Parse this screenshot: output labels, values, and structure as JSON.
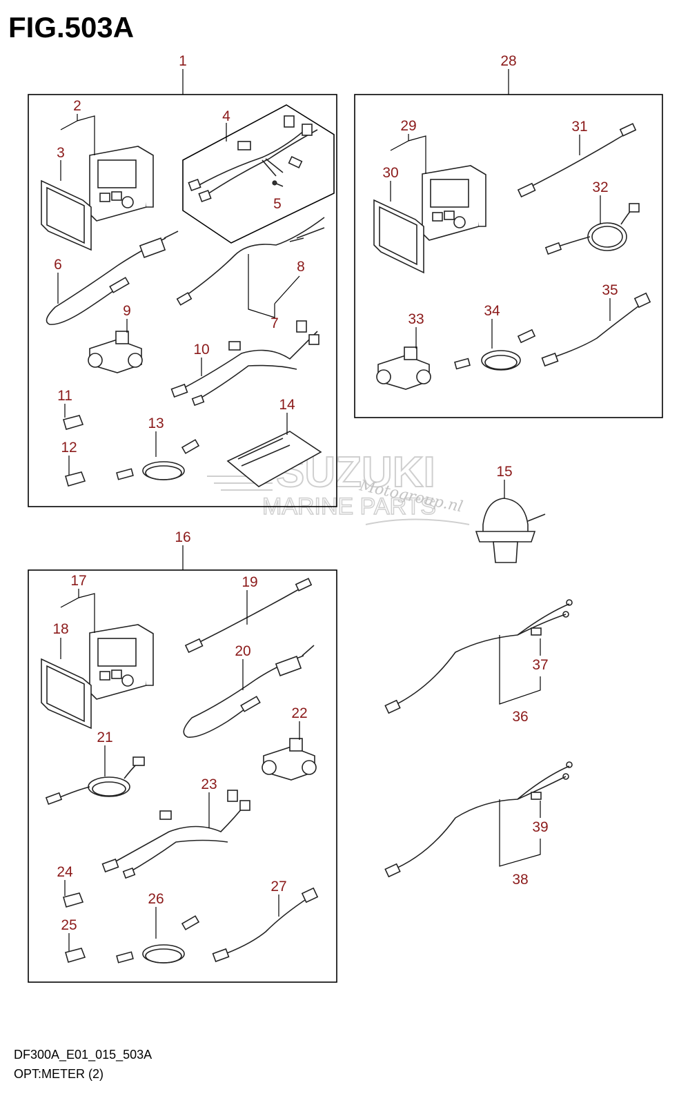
{
  "figure": {
    "title": "FIG.503A",
    "code": "DF300A_E01_015_503A",
    "name": "OPT:METER (2)"
  },
  "callouts": [
    "1",
    "2",
    "3",
    "4",
    "5",
    "6",
    "7",
    "8",
    "9",
    "10",
    "11",
    "12",
    "13",
    "14",
    "15",
    "16",
    "17",
    "18",
    "19",
    "20",
    "21",
    "22",
    "23",
    "24",
    "25",
    "26",
    "27",
    "28",
    "29",
    "30",
    "31",
    "32",
    "33",
    "34",
    "35",
    "36",
    "37",
    "38",
    "39"
  ],
  "watermark": {
    "line1": "SUZUKI",
    "line2": "MARINE PARTS",
    "script": "Motogroup.nl",
    "color": "#c8c8c8"
  },
  "colors": {
    "callout": "#8b1a1a",
    "line": "#000000"
  }
}
